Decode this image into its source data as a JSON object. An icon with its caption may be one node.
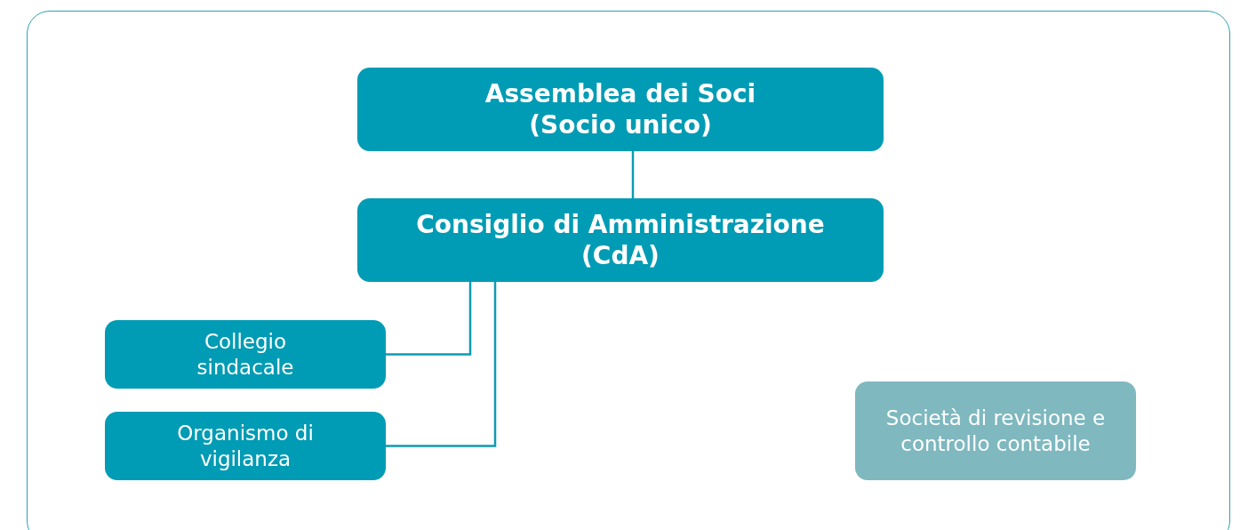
{
  "diagram": {
    "nodes": [
      {
        "text": [
          "Assemblea dei Soci (Socio unico)"
        ]
      },
      {
        "text": [
          "Consiglio di Amministrazione (CdA)"
        ]
      },
      {
        "text": [
          "Collegio sindacale"
        ]
      },
      {
        "text": [
          "Organismo di vigilanza"
        ]
      },
      {
        "text": [
          "Società di revisione e controllo contabile"
        ]
      }
    ],
    "edges": [
      {
        "from": 0,
        "to": 1,
        "arrow": "none"
      },
      {
        "from": 1,
        "to": 2,
        "arrow": "none"
      },
      {
        "from": 1,
        "to": 3,
        "arrow": "none"
      }
    ]
  }
}
